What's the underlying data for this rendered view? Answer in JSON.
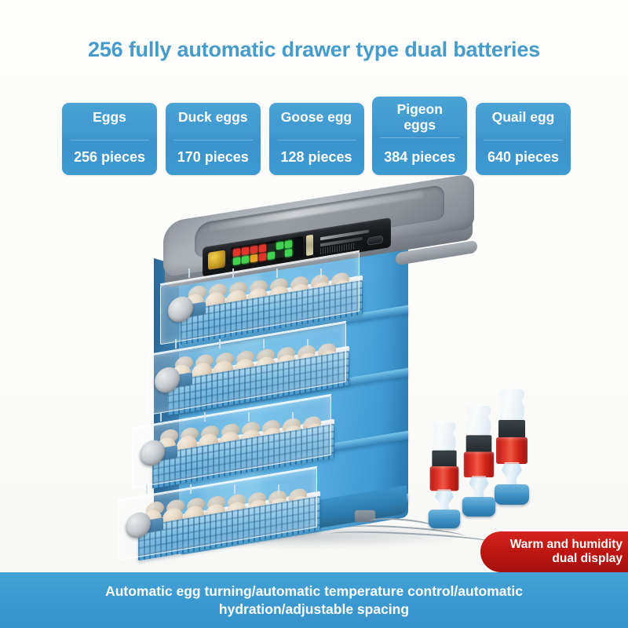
{
  "page": {
    "title": "256 fully automatic drawer type dual batteries",
    "background_color": "#fbfbf9",
    "accent_blue": "#3b9ad0",
    "accent_red": "#bb1510",
    "title_color": "#459bc9"
  },
  "capacity_badges": [
    {
      "label": "Eggs",
      "count": "256 pieces",
      "two_line": false
    },
    {
      "label": "Duck eggs",
      "count": "170 pieces",
      "two_line": false
    },
    {
      "label": "Goose egg",
      "count": "128 pieces",
      "two_line": false
    },
    {
      "label": "Pigeon\neggs",
      "count": "384 pieces",
      "two_line": true
    },
    {
      "label": "Quail egg",
      "count": "640 pieces",
      "two_line": false
    }
  ],
  "product": {
    "name": "egg-incubator",
    "body_color": "#55ace0",
    "lid_color": "#9ca3a9",
    "drawer_count": 4,
    "egg_color": "#e6d6c0",
    "control_panel": {
      "name": "digital-control-panel",
      "display_colors": {
        "temperature": "#e0342c",
        "humidity": "#3fd14f"
      }
    },
    "water_bottles": {
      "name": "auto-hydration-bottles",
      "count": 3,
      "collar_color": "#cf2419",
      "base_color": "#3d8fc4"
    }
  },
  "red_banner": {
    "text": "Warm and humidity\ndual display"
  },
  "bottom_caption": {
    "text": "Automatic egg turning/automatic temperature control/automatic\nhydration/adjustable spacing"
  }
}
